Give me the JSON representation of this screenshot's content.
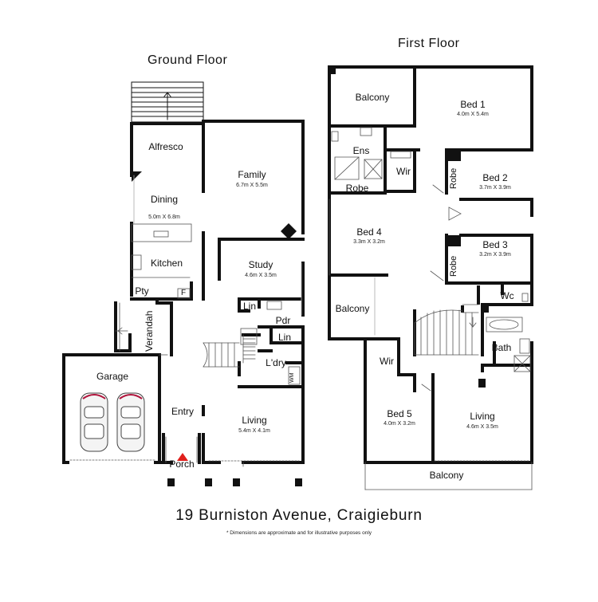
{
  "floors": {
    "ground": {
      "title": "Ground Floor",
      "rooms": {
        "alfresco": "Alfresco",
        "family": "Family",
        "family_dim": "6.7m X 5.5m",
        "dining": "Dining",
        "dining_dim": "5.0m X 6.8m",
        "kitchen": "Kitchen",
        "study": "Study",
        "study_dim": "4.6m X 3.5m",
        "pty": "Pty",
        "f": "F",
        "lin1": "Lin",
        "pdr": "Pdr",
        "lin2": "Lin",
        "verandah": "Verandah",
        "ldry": "L'dry",
        "wm": "WM",
        "garage": "Garage",
        "entry": "Entry",
        "living": "Living",
        "living_dim": "5.4m X 4.1m",
        "porch": "Porch"
      }
    },
    "first": {
      "title": "First Floor",
      "rooms": {
        "balcony_top": "Balcony",
        "bed1": "Bed 1",
        "bed1_dim": "4.0m X 5.4m",
        "ens": "Ens",
        "wir1": "Wir",
        "robe1": "Robe",
        "bed2": "Bed 2",
        "bed2_dim": "3.7m X 3.9m",
        "robe2": "Robe",
        "bed4": "Bed 4",
        "bed4_dim": "3.3m X 3.2m",
        "bed3": "Bed 3",
        "bed3_dim": "3.2m X 3.9m",
        "robe3": "Robe",
        "balcony_mid": "Balcony",
        "wc": "Wc",
        "bath": "Bath",
        "wir2": "Wir",
        "bed5": "Bed 5",
        "bed5_dim": "4.0m X 3.2m",
        "living": "Living",
        "living_dim": "4.6m X 3.5m",
        "balcony_bottom": "Balcony"
      }
    }
  },
  "address": "19 Burniston Avenue, Craigieburn",
  "disclaimer": "* Dimensions are approximate and for illustrative purposes only",
  "colors": {
    "wall": "#111111",
    "thin_line": "#555555",
    "entry_marker": "#e0201c"
  }
}
